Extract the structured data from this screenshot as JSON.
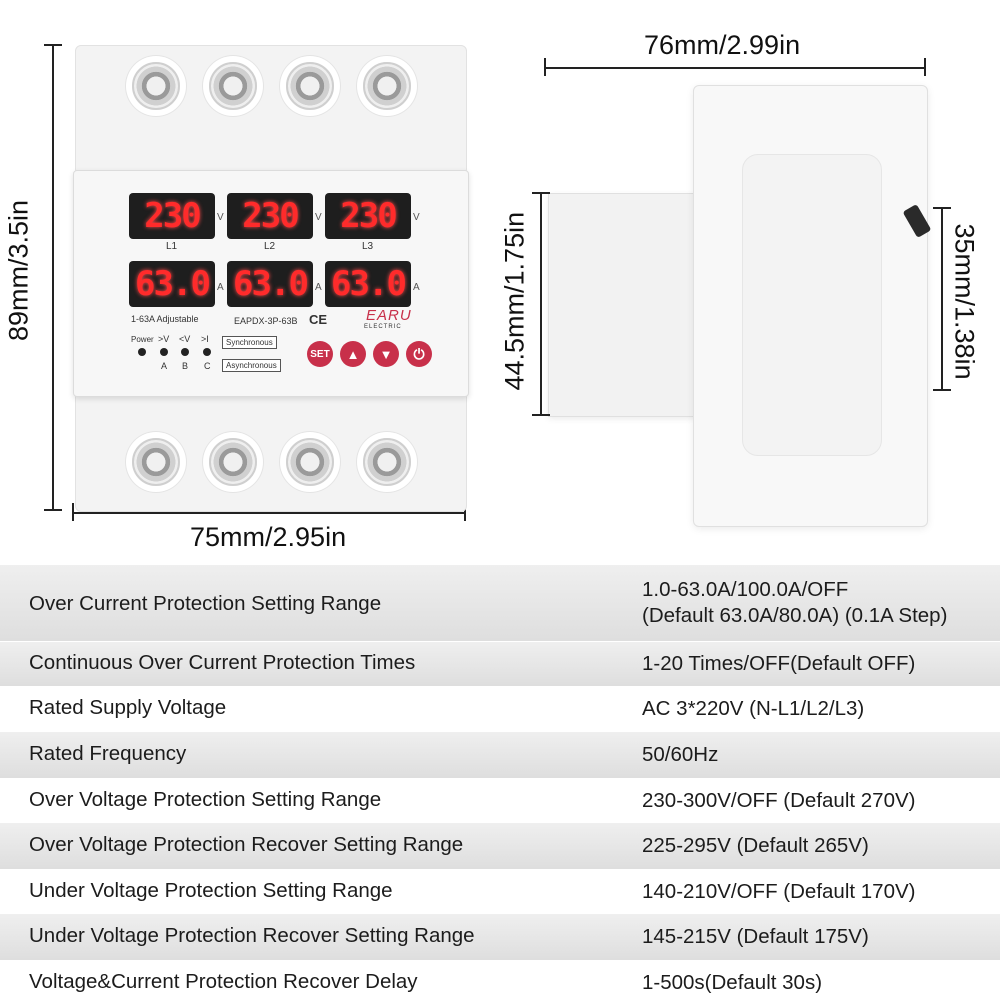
{
  "dimensions": {
    "front_height": "89mm/3.5in",
    "front_width": "75mm/2.95in",
    "side_depth": "76mm/2.99in",
    "side_front_height": "44.5mm/1.75in",
    "side_rail": "35mm/1.38in"
  },
  "device": {
    "voltage_displays": [
      "230",
      "230",
      "230"
    ],
    "voltage_unit": "V",
    "line_labels": [
      "L1",
      "L2",
      "L3"
    ],
    "current_displays": [
      "63.0",
      "63.0",
      "63.0"
    ],
    "current_unit": "A",
    "range_label": "1-63A Adjustable",
    "model": "EAPDX-3P-63B",
    "ce_mark": "CE",
    "brand": "EARU",
    "brand_sub": "ELECTRIC",
    "indicators": {
      "power": "Power",
      "over_v": ">V",
      "under_v": "<V",
      "over_i": ">I",
      "phase_a": "A",
      "phase_b": "B",
      "phase_c": "C"
    },
    "mode_synchronous": "Synchronous",
    "mode_asynchronous": "Asynchronous",
    "buttons": {
      "set": "SET",
      "up": "▲",
      "down": "▼",
      "power": "⏻"
    },
    "display_color": "#ff2b2b",
    "button_color": "#c8304a"
  },
  "specs": [
    {
      "name": "Over Current Protection Setting Range",
      "value": [
        "1.0-63.0A/100.0A/OFF",
        "(Default 63.0A/80.0A)  (0.1A Step)"
      ]
    },
    {
      "name": "Continuous  Over Current Protection Times",
      "value": [
        "1-20 Times/OFF(Default OFF)"
      ]
    },
    {
      "name": "Rated Supply Voltage",
      "value": [
        "AC 3*220V (N-L1/L2/L3)"
      ]
    },
    {
      "name": "Rated Frequency",
      "value": [
        "50/60Hz"
      ]
    },
    {
      "name": "Over Voltage Protection Setting Range",
      "value": [
        "230-300V/OFF (Default 270V)"
      ]
    },
    {
      "name": "Over Voltage Protection Recover Setting Range",
      "value": [
        "225-295V (Default 265V)"
      ]
    },
    {
      "name": "Under Voltage Protection Setting Range",
      "value": [
        "140-210V/OFF (Default 170V)"
      ]
    },
    {
      "name": "Under Voltage Protection Recover Setting Range",
      "value": [
        "145-215V (Default 175V)"
      ]
    },
    {
      "name": "Voltage&Current Protection Recover Delay",
      "value": [
        "1-500s(Default 30s)"
      ]
    }
  ]
}
